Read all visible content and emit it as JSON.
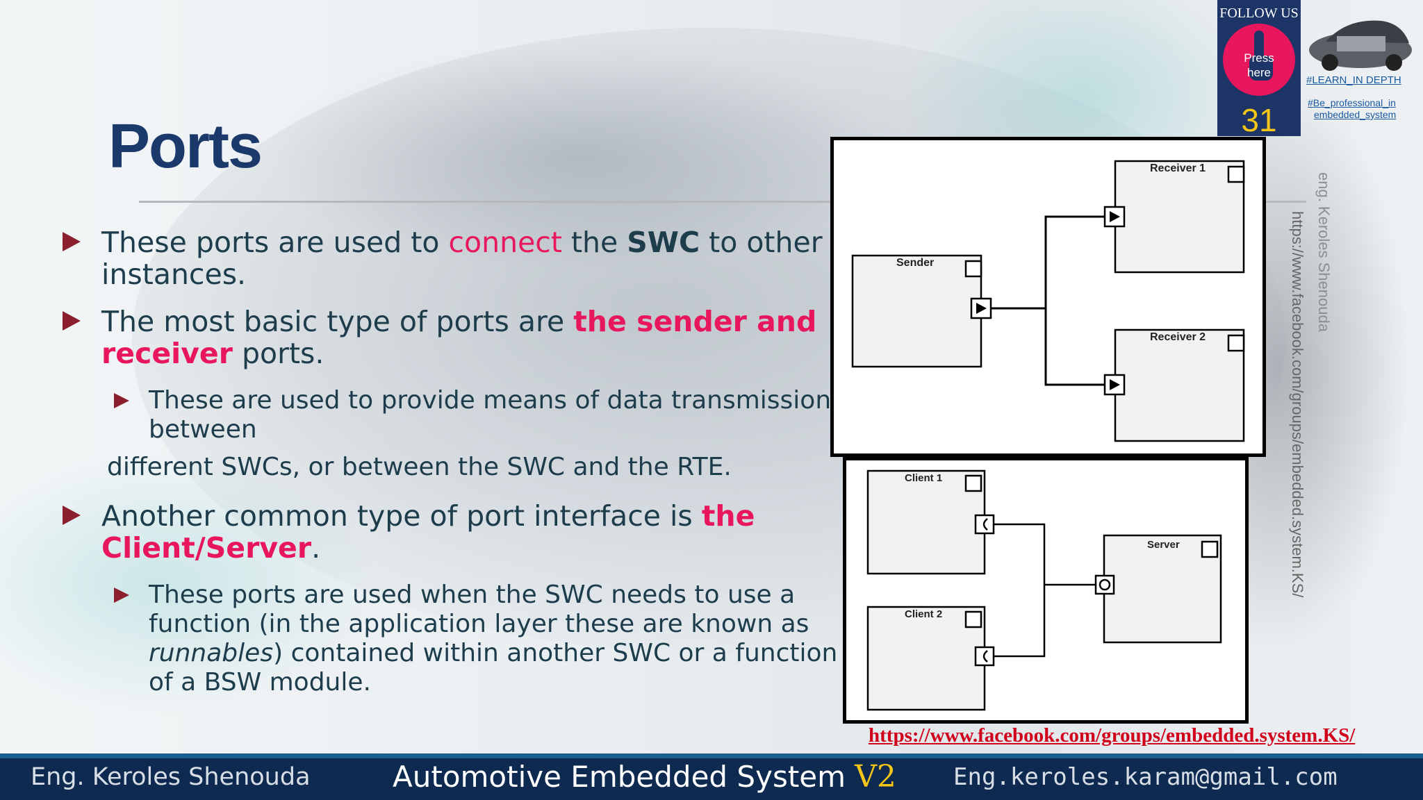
{
  "slide": {
    "title": "Ports",
    "bullets": [
      {
        "pre": "These ports are used to ",
        "hl": "connect",
        "mid": " the ",
        "bold": "SWC",
        "post": " to other",
        "line2": "instances."
      },
      {
        "pre": " The most basic type of ports are ",
        "hl": "the sender and",
        "line2_hl": "receiver",
        "line2": " ports."
      },
      {
        "sub": "These are used to provide means of data transmission",
        "sub2": "between"
      },
      {
        "plain": "different SWCs, or between the SWC and the RTE."
      },
      {
        "pre": "Another common type of port interface is ",
        "hl": "the",
        "line2_hl": "Client/Server",
        "line2": "."
      },
      {
        "sub": "These ports are used when the SWC needs to use a",
        "sub2": "function (in the application layer these are known as",
        "sub3_it": "runnables",
        "sub3": ") contained within another SWC or a function",
        "sub4": "of a BSW module."
      }
    ]
  },
  "diagram1": {
    "sender": "Sender",
    "receiver1": "Receiver 1",
    "receiver2": "Receiver 2"
  },
  "diagram2": {
    "client1": "Client 1",
    "client2": "Client 2",
    "server": "Server"
  },
  "follow": {
    "label": "FOLLOW US",
    "press": "Press",
    "here": "here",
    "number": "31"
  },
  "tags": {
    "tag1": "#LEARN_IN DEPTH",
    "tag2": "#Be_professional_in",
    "tag3": "embedded_system"
  },
  "watermark": {
    "name": "eng. Keroles Shenouda",
    "url": "https://www.facebook.com/groups/embedded.system.KS/"
  },
  "link": "https://www.facebook.com/groups/embedded.system.KS/",
  "footer": {
    "left": "Eng. Keroles Shenouda",
    "center": "Automotive Embedded System",
    "version": "V2",
    "right": "Eng.keroles.karam@gmail.com"
  },
  "colors": {
    "title": "#1b3a6b",
    "highlight": "#e8175d",
    "bullet": "#8c1f2e",
    "footer": "#0e2a50"
  }
}
